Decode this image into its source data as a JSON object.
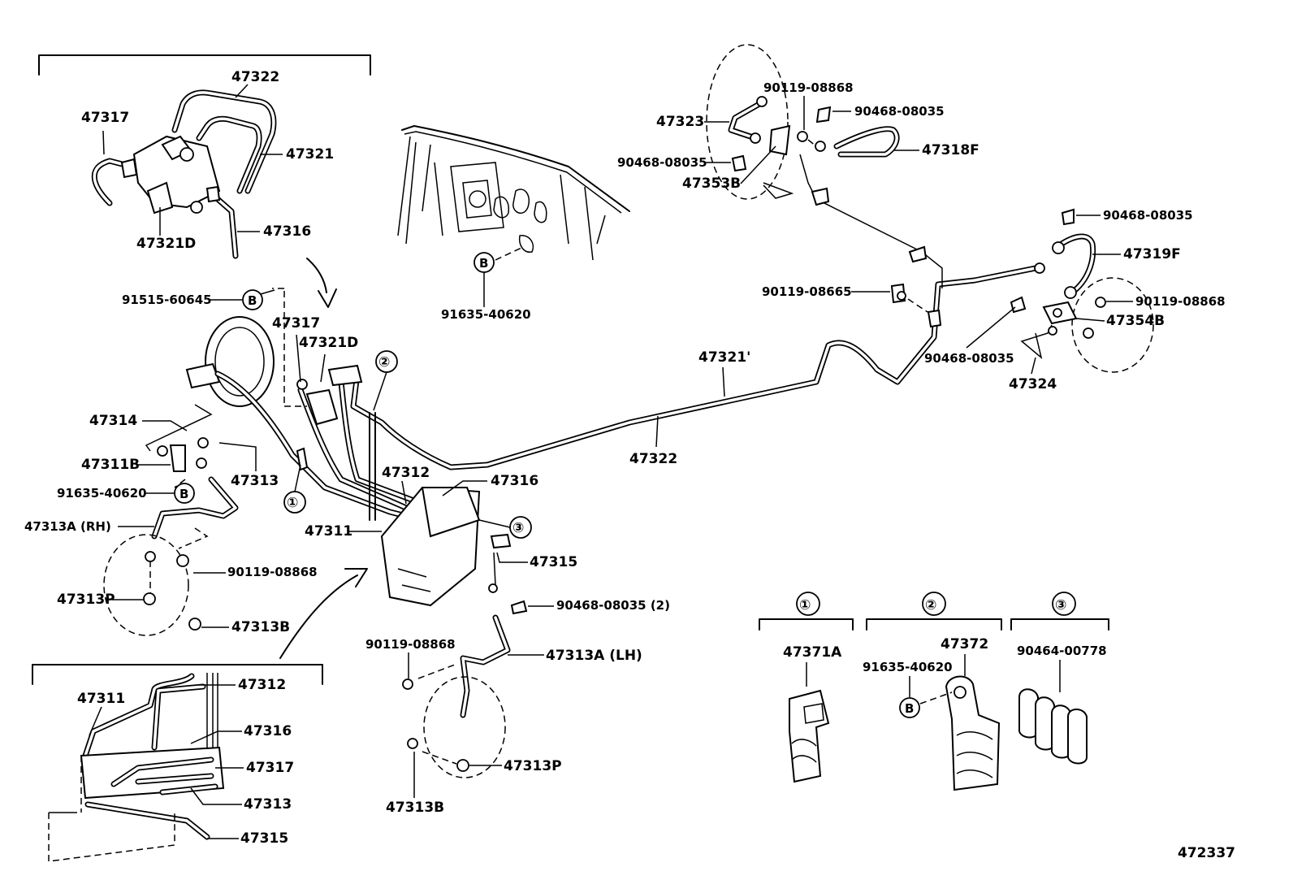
{
  "diagram_number": "472337",
  "labels": {
    "p47322_top": "47322",
    "p47317_top": "47317",
    "p47321_top": "47321",
    "p47321D_top": "47321D",
    "p47316_top": "47316",
    "p91515_60645": "91515-60645",
    "p47317_mid": "47317",
    "p47321D_mid": "47321D",
    "p47314": "47314",
    "p47311B": "47311B",
    "p47313": "47313",
    "p91635_40620_left": "91635-40620",
    "p47313A_RH": "47313A (RH)",
    "p90119_08868_left": "90119-08868",
    "p47313P_left": "47313P",
    "p47313B_left": "47313B",
    "p47312_mid": "47312",
    "p47316_mid": "47316",
    "p47311_mid": "47311",
    "p47315_mid": "47315",
    "p90468_08035_2": "90468-08035 (2)",
    "p90119_08868_mid": "90119-08868",
    "p47313A_LH": "47313A (LH)",
    "p47313P_mid": "47313P",
    "p47313B_mid": "47313B",
    "p91635_40620_top": "91635-40620",
    "p47321_prime": "47321'",
    "p47322_mid": "47322",
    "p90119_08868_tr": "90119-08868",
    "p90468_08035_tr": "90468-08035",
    "p47323": "47323",
    "p47318F": "47318F",
    "p90468_08035_trl": "90468-08035",
    "p47353B": "47353B",
    "p90468_08035_r1": "90468-08035",
    "p47319F": "47319F",
    "p90119_08665": "90119-08665",
    "p90119_08868_r": "90119-08868",
    "p47354B": "47354B",
    "p90468_08035_r2": "90468-08035",
    "p47324": "47324",
    "in_47311": "47311",
    "in_47312": "47312",
    "in_47316": "47316",
    "in_47317": "47317",
    "in_47313": "47313",
    "in_47315": "47315",
    "c1_part": "47371A",
    "c2_part": "47372",
    "c2_bolt": "91635-40620",
    "c3_part": "90464-00778"
  },
  "markers": {
    "one": "①",
    "two": "②",
    "three": "③",
    "b": "B"
  }
}
